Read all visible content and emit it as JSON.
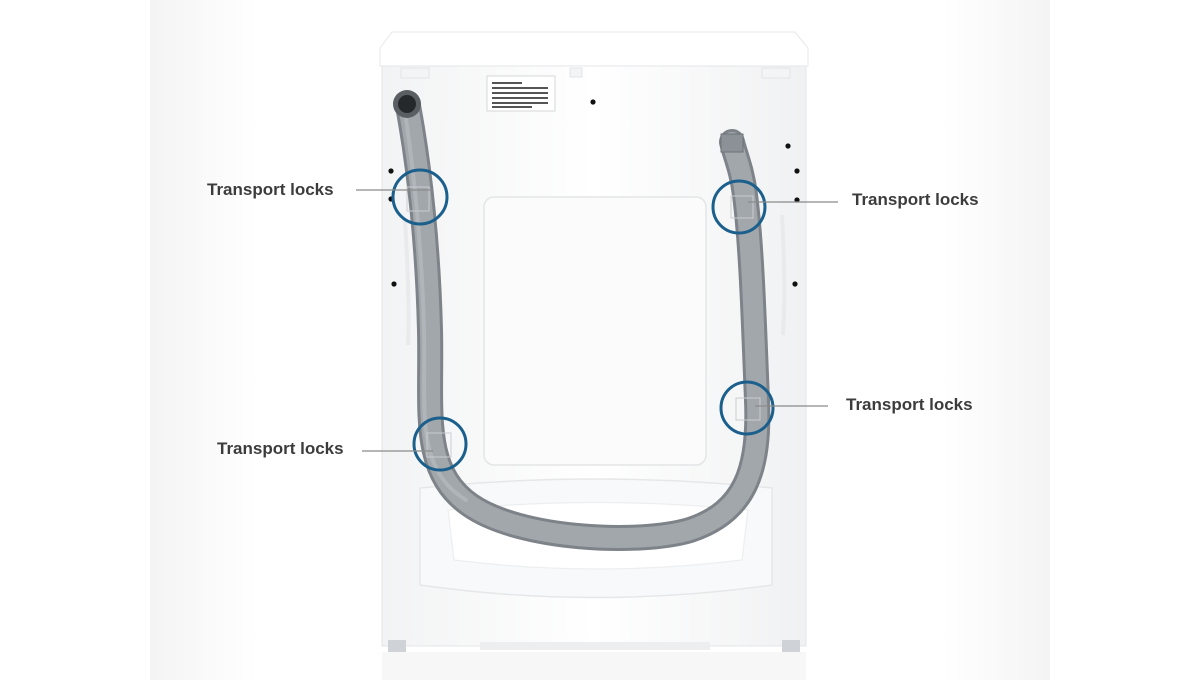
{
  "diagram": {
    "labels": {
      "top_left": "Transport locks",
      "top_right": "Transport locks",
      "bottom_left": "Transport locks",
      "bottom_right": "Transport locks"
    },
    "colors": {
      "lock_circle": "#1b5f8c",
      "hose": "#9aa0a6",
      "hose_shadow": "#7d8389",
      "label_text": "#3c3c3c",
      "leader_line": "#8a8a8a"
    }
  }
}
